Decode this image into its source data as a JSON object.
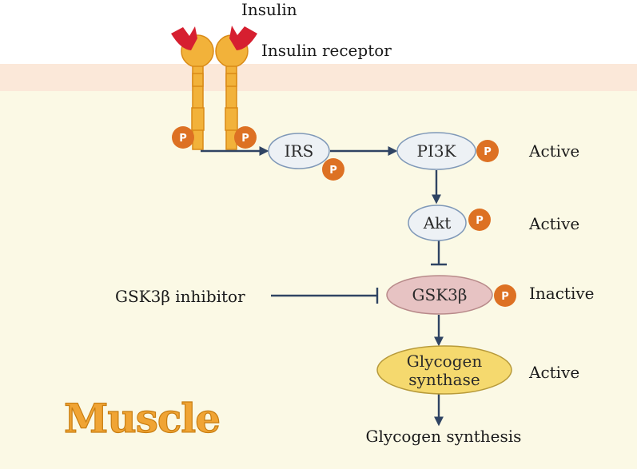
{
  "labels": {
    "insulin": "Insulin",
    "insulin_receptor": "Insulin receptor",
    "gsk_inhibitor": "GSK3β inhibitor",
    "glycogen_synthesis": "Glycogen synthesis",
    "tissue": "Muscle"
  },
  "nodes": {
    "irs": "IRS",
    "pi3k": "PI3K",
    "akt": "Akt",
    "gsk3b": "GSK3β",
    "glycogen_synthase_line1": "Glycogen",
    "glycogen_synthase_line2": "synthase"
  },
  "phospho_label": "P",
  "status": {
    "pi3k": "Active",
    "akt": "Active",
    "gsk3b": "Inactive",
    "glycogen_synthase": "Active"
  },
  "colors": {
    "membrane": "#fbe8d9",
    "cytoplasm": "#fbf9e5",
    "insulin": "#d61f30",
    "receptor_fill": "#f2b23a",
    "receptor_stroke": "#d98a16",
    "phospho": "#dd7123",
    "node_fill": "#edf1f5",
    "node_stroke": "#7f98b8",
    "gsk_fill": "#e7c3c3",
    "gsk_stroke": "#b88a8a",
    "synthase_fill": "#f5d96e",
    "synthase_stroke": "#b79a3a",
    "arrow": "#2f4463",
    "muscle_text": "#f0a434"
  }
}
